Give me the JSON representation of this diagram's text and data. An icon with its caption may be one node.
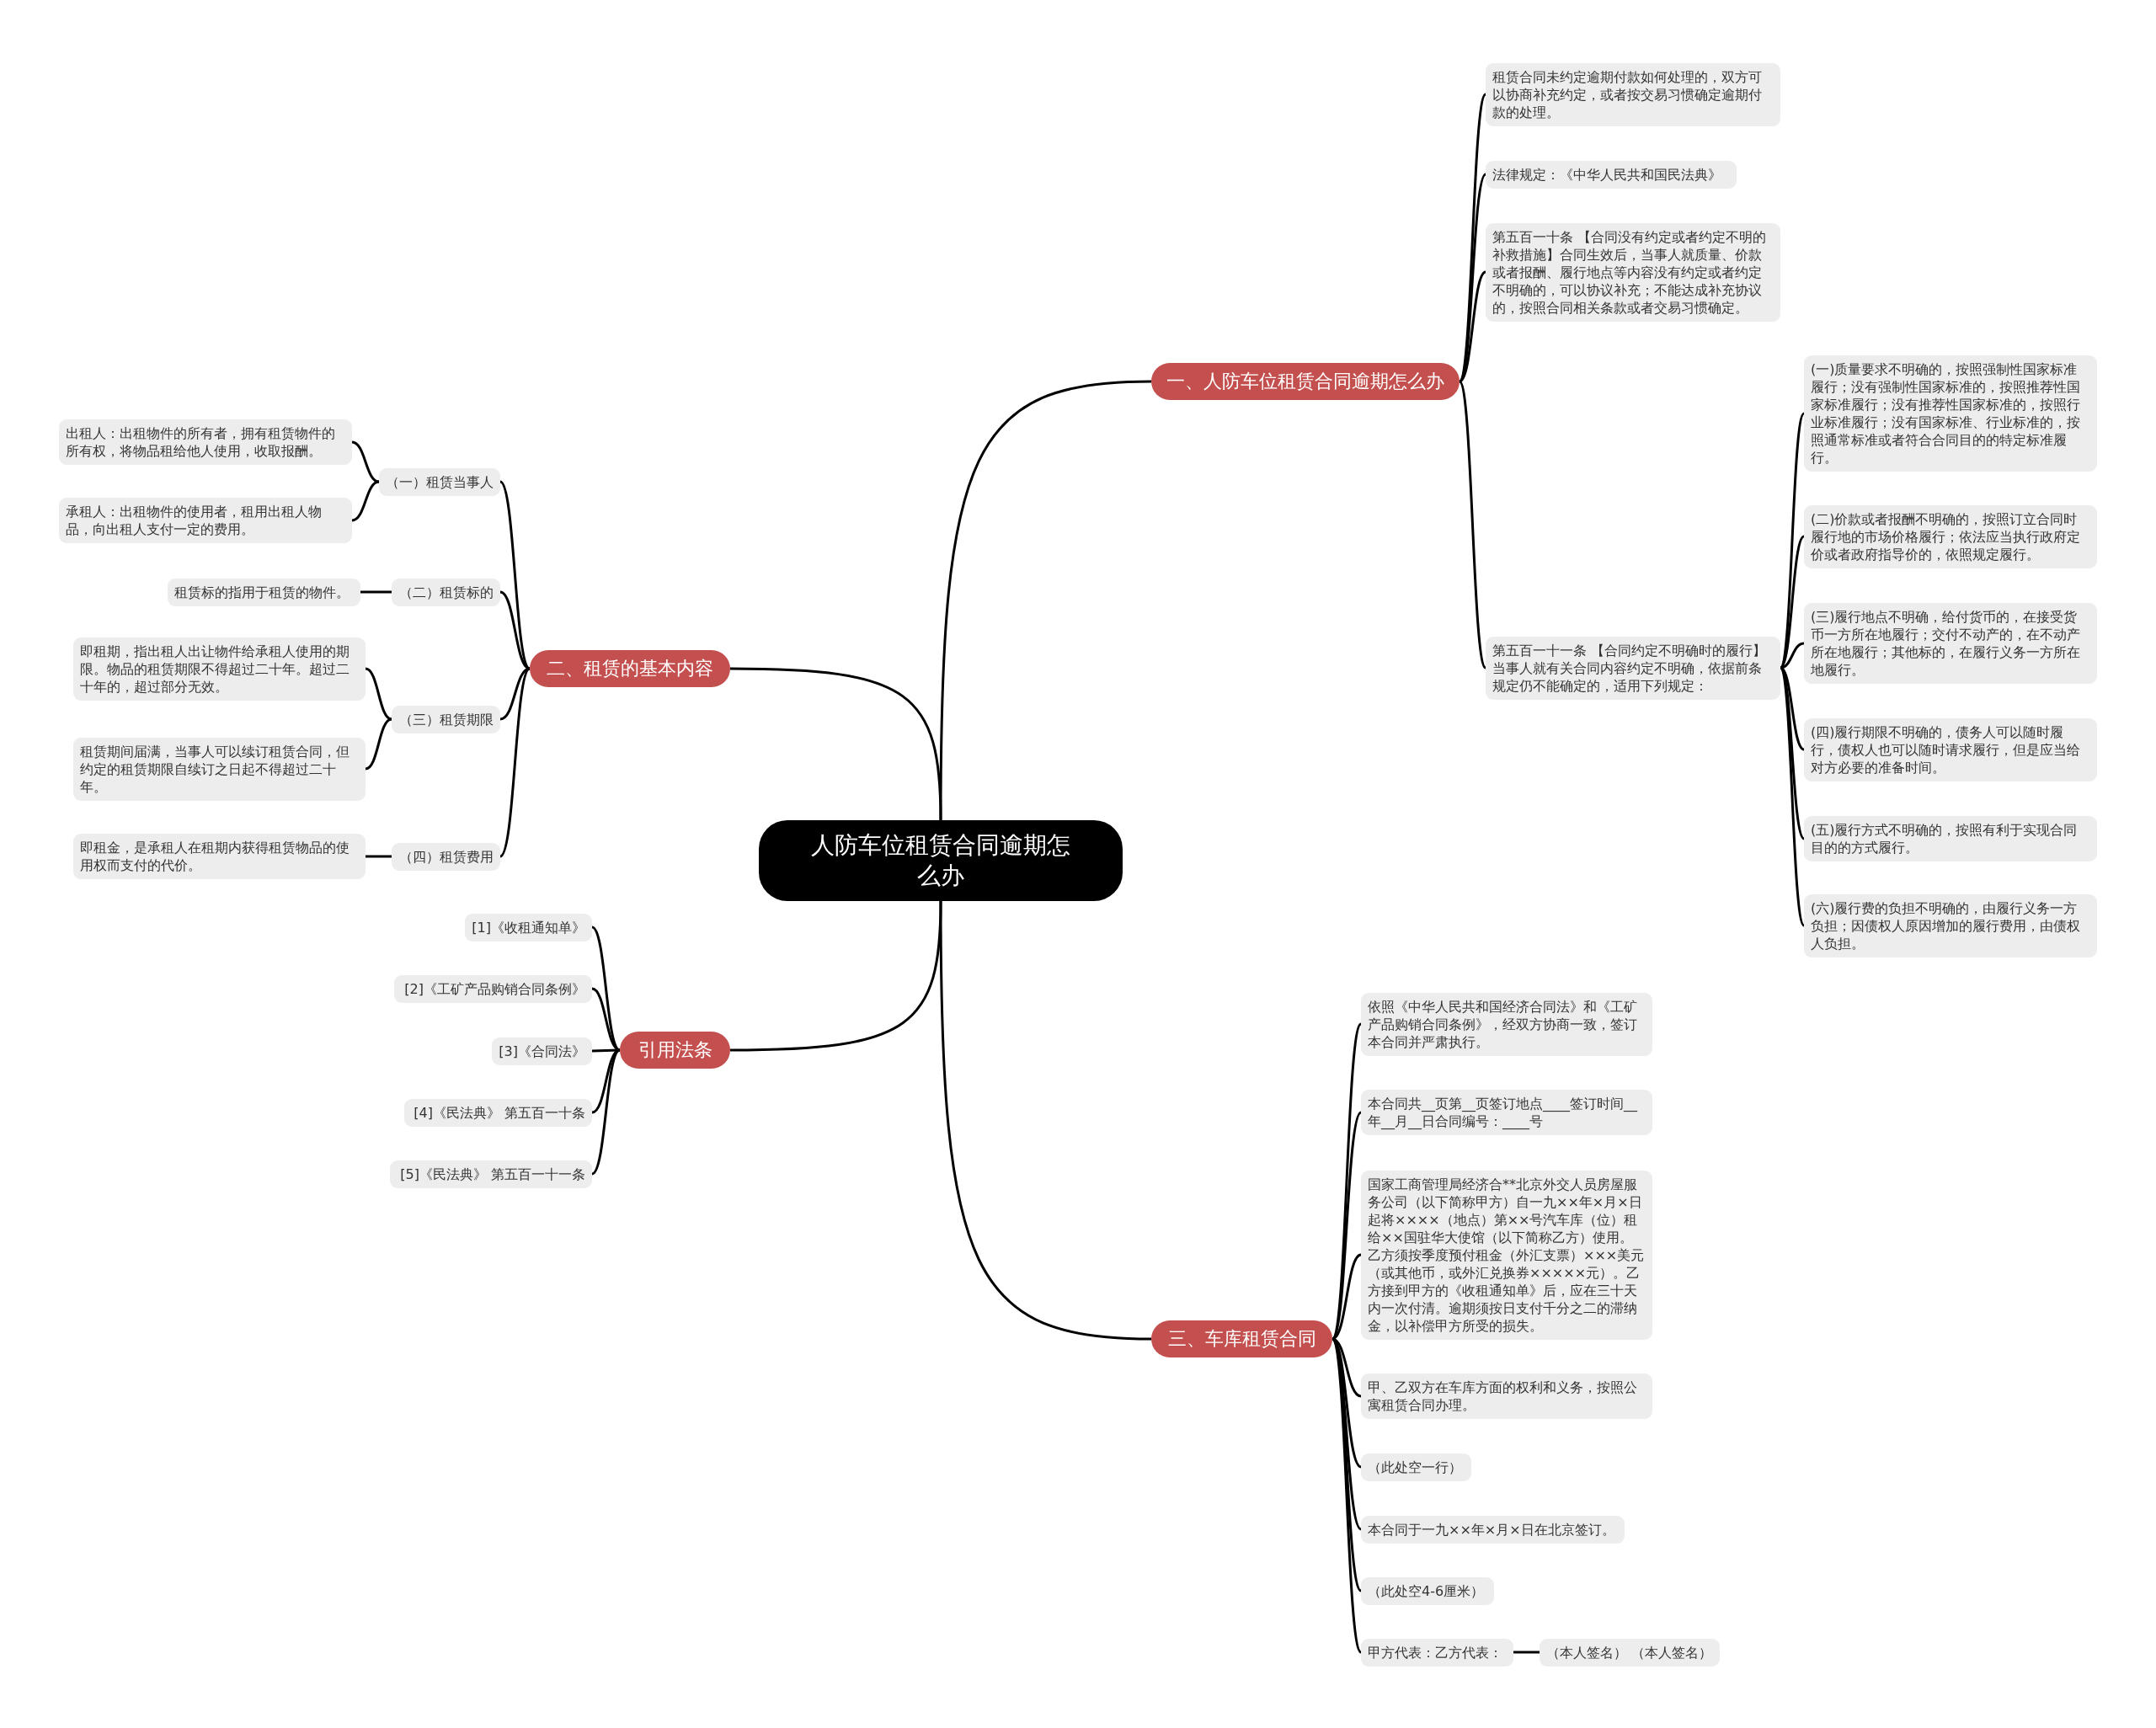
{
  "diagram": {
    "nodes": [
      {
        "text": [
          "人防车位租赁合同逾期怎么办"
        ]
      },
      {
        "text": [
          "一、人防车位租赁合同逾期怎么办"
        ]
      },
      {
        "text": [
          "租赁合同未约定逾期付款如何处理的，双方可以协商补充约定，或者按交易习惯确定逾期付款的处理。"
        ]
      },
      {
        "text": [
          "法律规定：《中华人民共和国民法典》"
        ]
      },
      {
        "text": [
          "第五百一十条 【合同没有约定或者约定不明的补救措施】合同生效后，当事人就质量、价款或者报酬、履行地点等内容没有约定或者约定不明确的，可以协议补充；不能达成补充协议的，按照合同相关条款或者交易习惯确定。"
        ]
      },
      {
        "text": [
          "第五百一十一条 【合同约定不明确时的履行】当事人就有关合同内容约定不明确，依据前条规定仍不能确定的，适用下列规定："
        ]
      },
      {
        "text": [
          "(一)质量要求不明确的，按照强制性国家标准履行；没有强制性国家标准的，按照推荐性国家标准履行；没有推荐性国家标准的，按照行业标准履行；没有国家标准、行业标准的，按照通常标准或者符合合同目的的特定标准履行。"
        ]
      },
      {
        "text": [
          "(二)价款或者报酬不明确的，按照订立合同时履行地的市场价格履行；依法应当执行政府定价或者政府指导价的，依照规定履行。"
        ]
      },
      {
        "text": [
          "(三)履行地点不明确，给付货币的，在接受货币一方所在地履行；交付不动产的，在不动产所在地履行；其他标的，在履行义务一方所在地履行。"
        ]
      },
      {
        "text": [
          "(四)履行期限不明确的，债务人可以随时履行，债权人也可以随时请求履行，但是应当给对方必要的准备时间。"
        ]
      },
      {
        "text": [
          "(五)履行方式不明确的，按照有利于实现合同目的的方式履行。"
        ]
      },
      {
        "text": [
          "(六)履行费的负担不明确的，由履行义务一方负担；因债权人原因增加的履行费用，由债权人负担。"
        ]
      },
      {
        "text": [
          "二、租赁的基本内容"
        ]
      },
      {
        "text": [
          "（一）租赁当事人"
        ]
      },
      {
        "text": [
          "出租人：出租物件的所有者，拥有租赁物件的所有权，将物品租给他人使用，收取报酬。"
        ]
      },
      {
        "text": [
          "承租人：出租物件的使用者，租用出租人物品，向出租人支付一定的费用。"
        ]
      },
      {
        "text": [
          "（二）租赁标的"
        ]
      },
      {
        "text": [
          "租赁标的指用于租赁的物件。"
        ]
      },
      {
        "text": [
          "（三）租赁期限"
        ]
      },
      {
        "text": [
          "即租期，指出租人出让物件给承租人使用的期限。物品的租赁期限不得超过二十年。超过二十年的，超过部分无效。"
        ]
      },
      {
        "text": [
          "租赁期间届满，当事人可以续订租赁合同，但约定的租赁期限自续订之日起不得超过二十年。"
        ]
      },
      {
        "text": [
          "（四）租赁费用"
        ]
      },
      {
        "text": [
          "即租金，是承租人在租期内获得租赁物品的使用权而支付的代价。"
        ]
      },
      {
        "text": [
          "引用法条"
        ]
      },
      {
        "text": [
          "[1]《收租通知单》"
        ]
      },
      {
        "text": [
          "[2]《工矿产品购销合同条例》"
        ]
      },
      {
        "text": [
          "[3]《合同法》"
        ]
      },
      {
        "text": [
          "[4]《民法典》 第五百一十条"
        ]
      },
      {
        "text": [
          "[5]《民法典》 第五百一十一条"
        ]
      },
      {
        "text": [
          "三、车库租赁合同"
        ]
      },
      {
        "text": [
          "依照《中华人民共和国经济合同法》和《工矿产品购销合同条例》，经双方协商一致，签订本合同并严肃执行。"
        ]
      },
      {
        "text": [
          "本合同共__页第__页签订地点____签订时间__年__月__日合同编号：____号"
        ]
      },
      {
        "text": [
          "国家工商管理局经济合**北京外交人员房屋服务公司（以下简称甲方）自一九××年×月×日起将××××（地点）第××号汽车库（位）租给××国驻华大使馆（以下简称乙方）使用。乙方须按季度预付租金（外汇支票）×××美元（或其他币，或外汇兑换券×××××元）。乙方接到甲方的《收租通知单》后，应在三十天内一次付清。逾期须按日支付千分之二的滞纳金，以补偿甲方所受的损失。"
        ]
      },
      {
        "text": [
          "甲、乙双方在车库方面的权利和义务，按照公寓租赁合同办理。"
        ]
      },
      {
        "text": [
          "（此处空一行）"
        ]
      },
      {
        "text": [
          "本合同于一九××年×月×日在北京签订。"
        ]
      },
      {
        "text": [
          "（此处空4-6厘米）"
        ]
      },
      {
        "text": [
          "甲方代表：乙方代表："
        ]
      },
      {
        "text": [
          "（本人签名） （本人签名）"
        ]
      }
    ],
    "edges": [
      {
        "from": 0,
        "to": 1,
        "arrow": "none"
      },
      {
        "from": 0,
        "to": 12,
        "arrow": "none"
      },
      {
        "from": 0,
        "to": 23,
        "arrow": "none"
      },
      {
        "from": 0,
        "to": 29,
        "arrow": "none"
      },
      {
        "from": 1,
        "to": 2,
        "arrow": "none"
      },
      {
        "from": 1,
        "to": 3,
        "arrow": "none"
      },
      {
        "from": 1,
        "to": 4,
        "arrow": "none"
      },
      {
        "from": 1,
        "to": 5,
        "arrow": "none"
      },
      {
        "from": 5,
        "to": 6,
        "arrow": "none"
      },
      {
        "from": 5,
        "to": 7,
        "arrow": "none"
      },
      {
        "from": 5,
        "to": 8,
        "arrow": "none"
      },
      {
        "from": 5,
        "to": 9,
        "arrow": "none"
      },
      {
        "from": 5,
        "to": 10,
        "arrow": "none"
      },
      {
        "from": 5,
        "to": 11,
        "arrow": "none"
      },
      {
        "from": 12,
        "to": 13,
        "arrow": "none"
      },
      {
        "from": 12,
        "to": 16,
        "arrow": "none"
      },
      {
        "from": 12,
        "to": 18,
        "arrow": "none"
      },
      {
        "from": 12,
        "to": 21,
        "arrow": "none"
      },
      {
        "from": 13,
        "to": 14,
        "arrow": "none"
      },
      {
        "from": 13,
        "to": 15,
        "arrow": "none"
      },
      {
        "from": 16,
        "to": 17,
        "arrow": "none"
      },
      {
        "from": 18,
        "to": 19,
        "arrow": "none"
      },
      {
        "from": 18,
        "to": 20,
        "arrow": "none"
      },
      {
        "from": 21,
        "to": 22,
        "arrow": "none"
      },
      {
        "from": 23,
        "to": 24,
        "arrow": "none"
      },
      {
        "from": 23,
        "to": 25,
        "arrow": "none"
      },
      {
        "from": 23,
        "to": 26,
        "arrow": "none"
      },
      {
        "from": 23,
        "to": 27,
        "arrow": "none"
      },
      {
        "from": 23,
        "to": 28,
        "arrow": "none"
      },
      {
        "from": 29,
        "to": 30,
        "arrow": "none"
      },
      {
        "from": 29,
        "to": 31,
        "arrow": "none"
      },
      {
        "from": 29,
        "to": 32,
        "arrow": "none"
      },
      {
        "from": 29,
        "to": 33,
        "arrow": "none"
      },
      {
        "from": 29,
        "to": 34,
        "arrow": "none"
      },
      {
        "from": 29,
        "to": 35,
        "arrow": "none"
      },
      {
        "from": 29,
        "to": 36,
        "arrow": "none"
      },
      {
        "from": 29,
        "to": 37,
        "arrow": "none"
      },
      {
        "from": 37,
        "to": 38,
        "arrow": "none"
      }
    ]
  }
}
